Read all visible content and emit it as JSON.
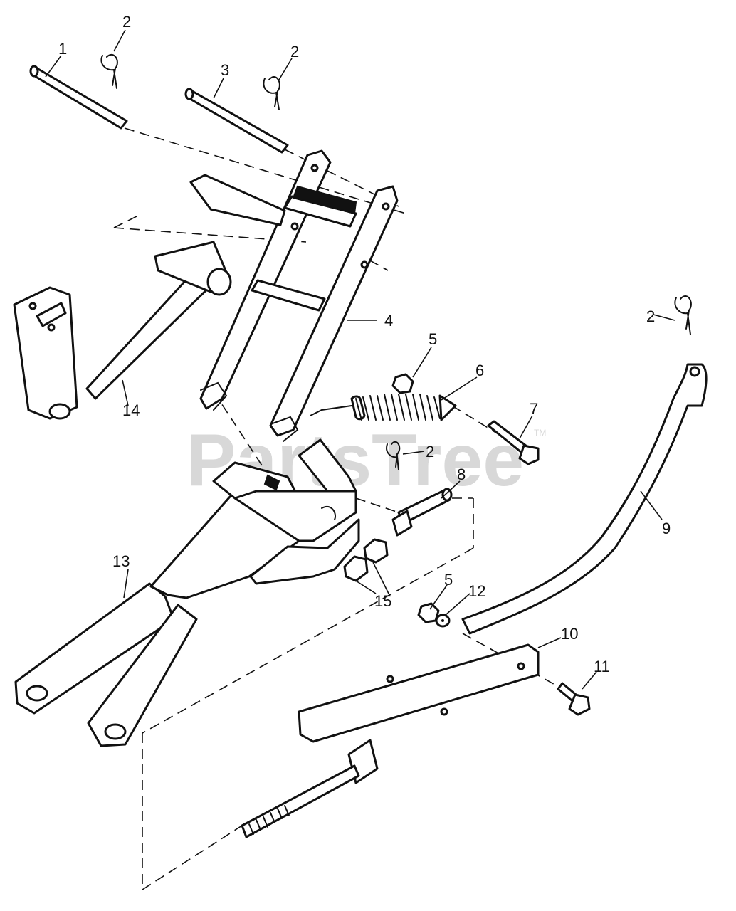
{
  "watermark": {
    "text": "PartsTree",
    "mark": "TM"
  },
  "callouts": [
    "1",
    "2",
    "3",
    "2",
    "4",
    "14",
    "5",
    "6",
    "7",
    "2",
    "8",
    "13",
    "15",
    "5",
    "12",
    "2",
    "9",
    "10",
    "11"
  ]
}
